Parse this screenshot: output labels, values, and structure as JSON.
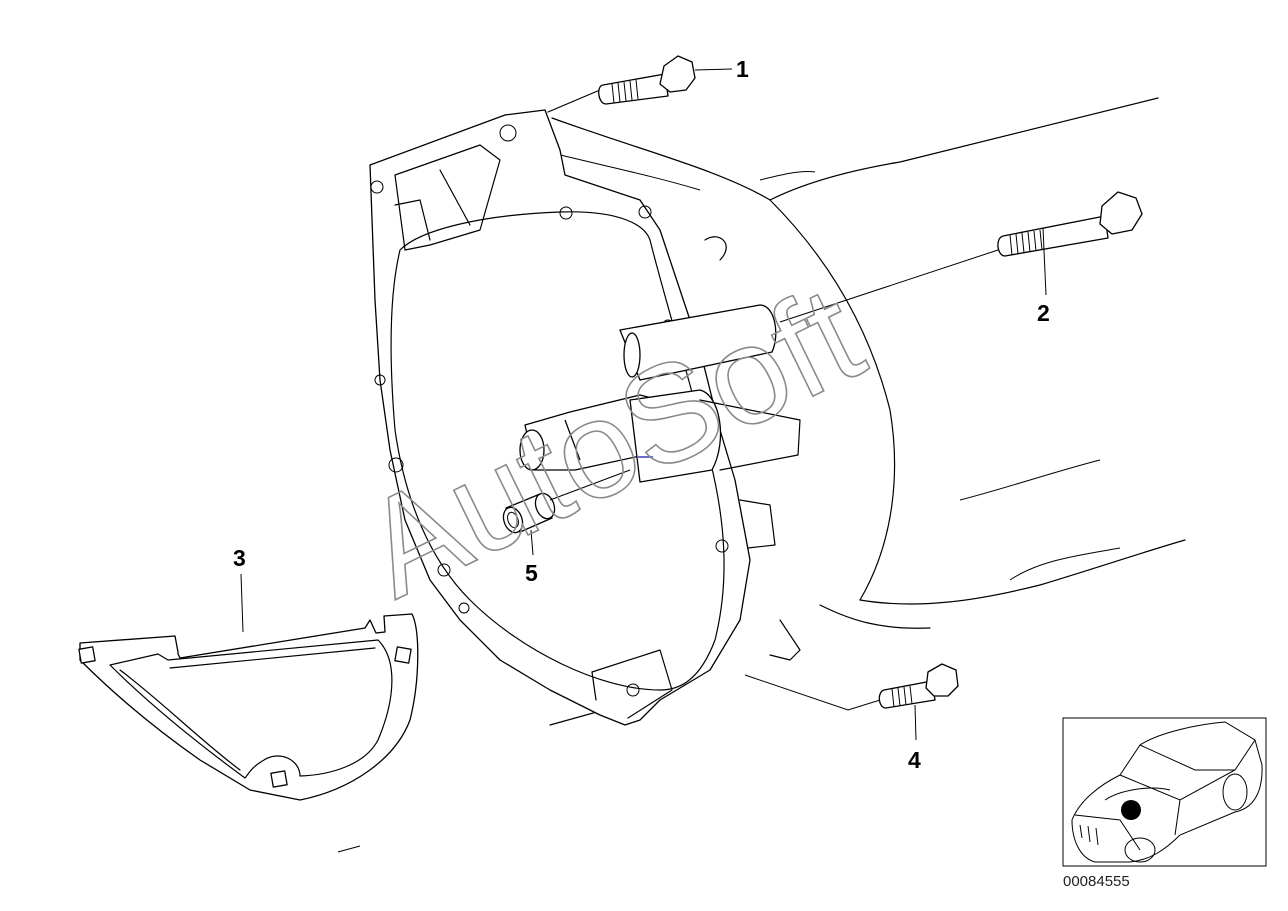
{
  "callouts": [
    {
      "id": "1",
      "label": "1"
    },
    {
      "id": "2",
      "label": "2"
    },
    {
      "id": "3",
      "label": "3"
    },
    {
      "id": "4",
      "label": "4"
    },
    {
      "id": "5",
      "label": "5"
    }
  ],
  "watermark": "AutoSoft",
  "reference_number": "00084555",
  "colors": {
    "line": "#000000",
    "watermark": "#8a8a8a",
    "background": "#ffffff"
  }
}
